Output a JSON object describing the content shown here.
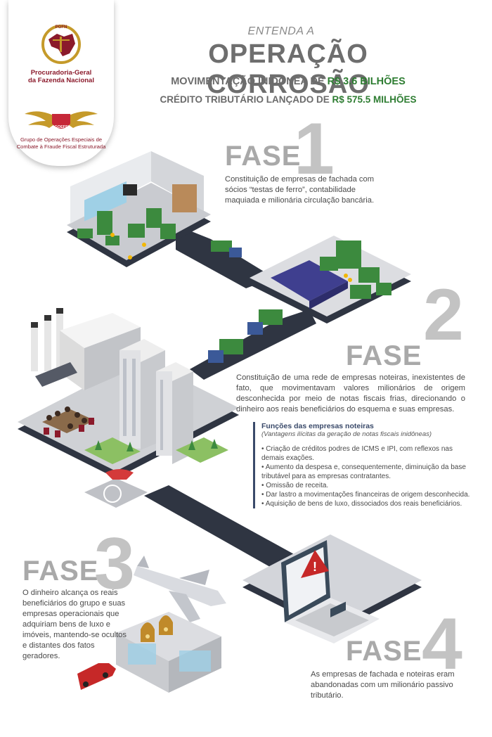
{
  "header": {
    "pgfn_label": "PGFN",
    "org_line1": "Procuradoria-Geral",
    "org_line2": "da Fazenda Nacional",
    "goeff_label": "GOEFF",
    "goeff_line1": "Grupo de Operações Especiais de",
    "goeff_line2": "Combate à Fraude Fiscal Estruturada"
  },
  "title": {
    "kicker": "ENTENDA A",
    "main": "OPERAÇÃO CORROSÃO",
    "line1_prefix": "MOVIMENTAÇÃO INIDÔNEA DE ",
    "line1_value": "R$ 3.6 BILHÕES",
    "line2_prefix": "CRÉDITO TRIBUTÁRIO LANÇADO DE ",
    "line2_value": "R$ 575.5 MILHÕES"
  },
  "phases": [
    {
      "word": "FASE",
      "number": "1",
      "text": "Constituição de empresas de fachada com sócios “testas de ferro”, contabilidade maquiada e milionária circulação bancária."
    },
    {
      "word": "FASE",
      "number": "2",
      "text": "Constituição de uma rede de empresas noteiras, inexistentes de fato, que movimentavam valores milionários de origem desconhecida por meio de notas fiscais frias, direcionando o dinheiro aos reais beneficiários do esquema e suas empresas."
    },
    {
      "word": "FASE",
      "number": "3",
      "text": "O dinheiro alcança os reais beneficiários do grupo e suas empresas operacionais que adquiriam bens de luxo e imóveis, mantendo-se ocultos e distantes dos fatos geradores."
    },
    {
      "word": "FASE",
      "number": "4",
      "text": "As empresas de fachada e noteiras eram abandonadas com um milionário passivo tributário."
    }
  ],
  "functions_box": {
    "title": "Funções das empresas noteiras",
    "subtitle": "(Vantagens ilícitas da geração de notas fiscais inidôneas)",
    "items": [
      "• Criação de créditos podres de ICMS e IPI, com reflexos nas demais exações.",
      "• Aumento da despesa e, consequentemente, diminuição da base tributável para as empresas contratantes.",
      "• Omissão de receita.",
      "• Dar lastro a movimentações financeiras de origem desconhecida.",
      "• Aquisição de bens de luxo, dissociados dos reais beneficiários."
    ]
  },
  "colors": {
    "brand": "#8b1a2b",
    "money_green": "#2e7d32",
    "phase_gray": "#b5b5b5",
    "road": "#2f3542",
    "platform": "#d9dadd",
    "box_accent": "#3a4a6a"
  }
}
